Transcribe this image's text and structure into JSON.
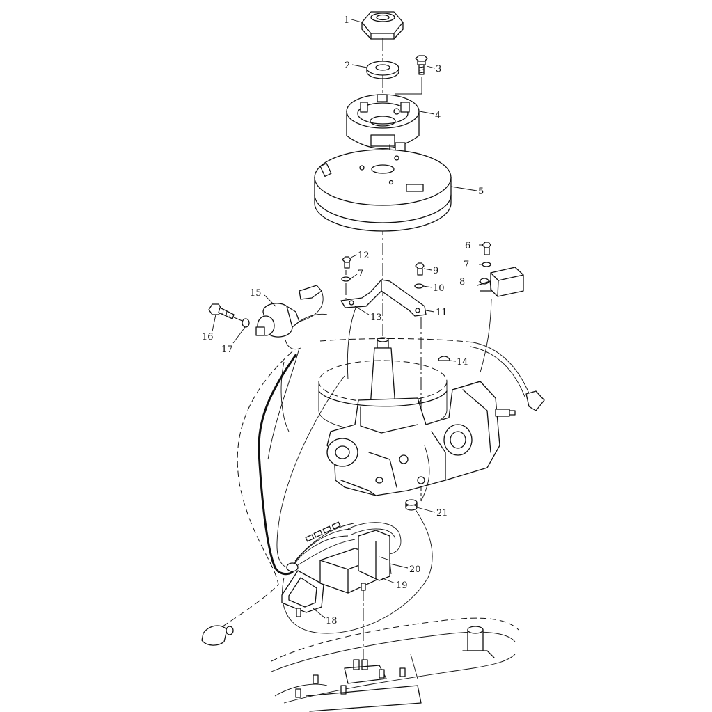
{
  "diagram": {
    "labels": [
      "1",
      "2",
      "3",
      "4",
      "5",
      "6",
      "7",
      "8",
      "9",
      "10",
      "11",
      "12",
      "7",
      "13",
      "14",
      "15",
      "16",
      "17",
      "18",
      "19",
      "20",
      "21"
    ]
  }
}
